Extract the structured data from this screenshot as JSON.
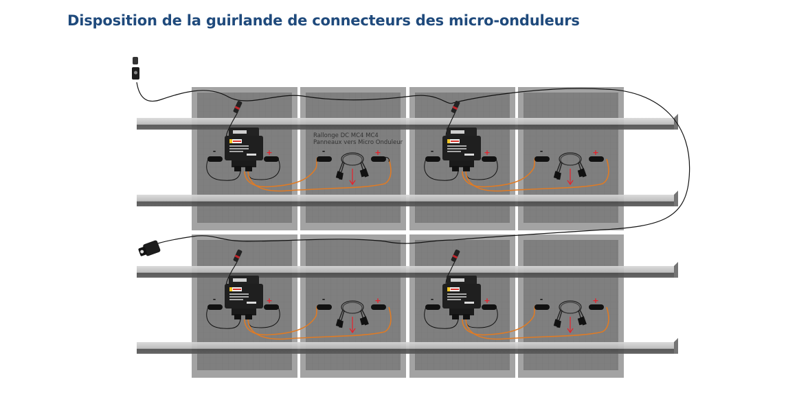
{
  "title": "Disposition de la guirlande de connecteurs des micro-onduleurs",
  "extension_label": {
    "line1": "Rallonge DC MC4 MC4",
    "line2": "Panneaux vers Micro Onduleur"
  },
  "polarity": {
    "negative": "-",
    "positive": "+"
  },
  "layout": {
    "panel_rows": 2,
    "panel_columns": 4,
    "rails": 4,
    "microinverters": 4,
    "panels_per_microinverter": 2
  },
  "icons": {
    "end_cap": "mc4-end-cap-icon",
    "trunk_connector": "trunk-connector-icon",
    "microinverter": "microinverter-icon",
    "mc4_connector": "mc4-connector-icon",
    "extension_cable": "dc-extension-cable-icon",
    "arrow": "down-arrow-icon"
  },
  "colors": {
    "title": "#1f4a7c",
    "panel_frame": "#9c9c9c",
    "panel_cell": "#7f7f7f",
    "rail_light": "#c4c4c4",
    "rail_dark": "#555555",
    "trunk_cable": "#111111",
    "dc_cable": "#e07b24",
    "polarity_plus": "#e8202a",
    "arrow": "#e8202a"
  }
}
